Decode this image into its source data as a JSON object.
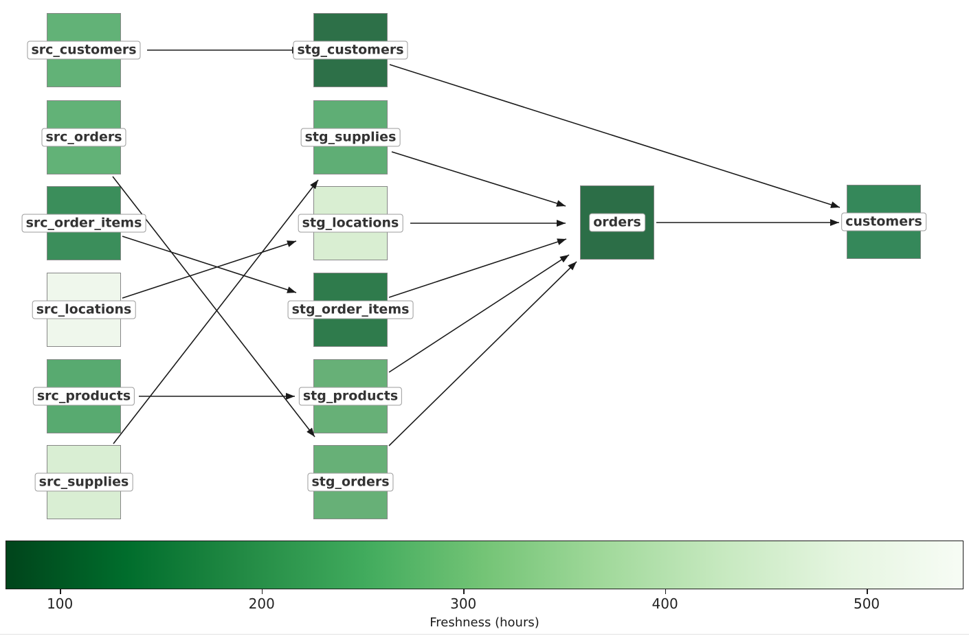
{
  "graph": {
    "nodes": [
      {
        "id": "src_customers",
        "label": "src_customers",
        "color": "#62b277"
      },
      {
        "id": "src_orders",
        "label": "src_orders",
        "color": "#62b277"
      },
      {
        "id": "src_order_items",
        "label": "src_order_items",
        "color": "#3b8e5b"
      },
      {
        "id": "src_locations",
        "label": "src_locations",
        "color": "#eff7ec"
      },
      {
        "id": "src_products",
        "label": "src_products",
        "color": "#58aa70"
      },
      {
        "id": "src_supplies",
        "label": "src_supplies",
        "color": "#d9eed3"
      },
      {
        "id": "stg_customers",
        "label": "stg_customers",
        "color": "#2d7048"
      },
      {
        "id": "stg_supplies",
        "label": "stg_supplies",
        "color": "#5fae75"
      },
      {
        "id": "stg_locations",
        "label": "stg_locations",
        "color": "#d9eed2"
      },
      {
        "id": "stg_order_items",
        "label": "stg_order_items",
        "color": "#2f7b4c"
      },
      {
        "id": "stg_products",
        "label": "stg_products",
        "color": "#67b077"
      },
      {
        "id": "stg_orders",
        "label": "stg_orders",
        "color": "#67b077"
      },
      {
        "id": "orders",
        "label": "orders",
        "color": "#2c6e47"
      },
      {
        "id": "customers",
        "label": "customers",
        "color": "#35885a"
      }
    ],
    "edges": [
      {
        "source": "src_customers",
        "target": "stg_customers"
      },
      {
        "source": "src_orders",
        "target": "stg_orders"
      },
      {
        "source": "src_order_items",
        "target": "stg_order_items"
      },
      {
        "source": "src_locations",
        "target": "stg_locations"
      },
      {
        "source": "src_products",
        "target": "stg_products"
      },
      {
        "source": "src_supplies",
        "target": "stg_supplies"
      },
      {
        "source": "stg_customers",
        "target": "customers"
      },
      {
        "source": "stg_supplies",
        "target": "orders"
      },
      {
        "source": "stg_locations",
        "target": "orders"
      },
      {
        "source": "stg_order_items",
        "target": "orders"
      },
      {
        "source": "stg_products",
        "target": "orders"
      },
      {
        "source": "stg_orders",
        "target": "orders"
      },
      {
        "source": "orders",
        "target": "customers"
      }
    ],
    "edge_color": "#1a1a1a"
  },
  "colorbar": {
    "label": "Freshness (hours)",
    "ticks": [
      "100",
      "200",
      "300",
      "400",
      "500"
    ],
    "value_range": [
      73,
      548
    ],
    "colormap_left_to_right": [
      "#00441b",
      "#006d2c",
      "#238b45",
      "#41ab5d",
      "#74c476",
      "#a1d99b",
      "#c7e9c0",
      "#e5f5e0",
      "#f7fcf5"
    ]
  }
}
